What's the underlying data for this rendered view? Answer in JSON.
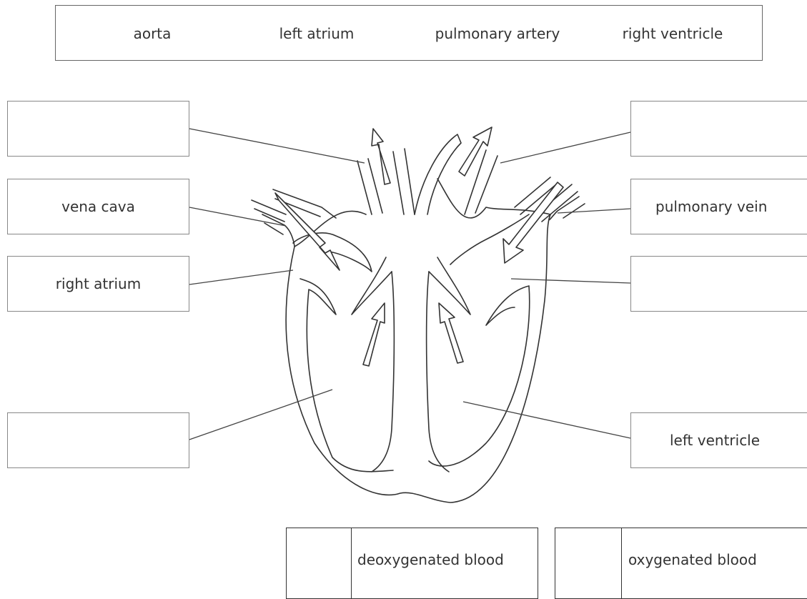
{
  "word_bank": {
    "words": [
      "aorta",
      "left atrium",
      "pulmonary artery",
      "right ventricle"
    ]
  },
  "labels": {
    "left_top": "",
    "left_vena_cava": "vena cava",
    "left_right_atrium": "right atrium",
    "left_bottom": "",
    "right_top": "",
    "right_pulmonary_vein": "pulmonary vein",
    "right_middle": "",
    "right_left_ventricle": "left ventricle"
  },
  "key": {
    "deoxygenated": "deoxygenated blood",
    "oxygenated": "oxygenated blood"
  }
}
